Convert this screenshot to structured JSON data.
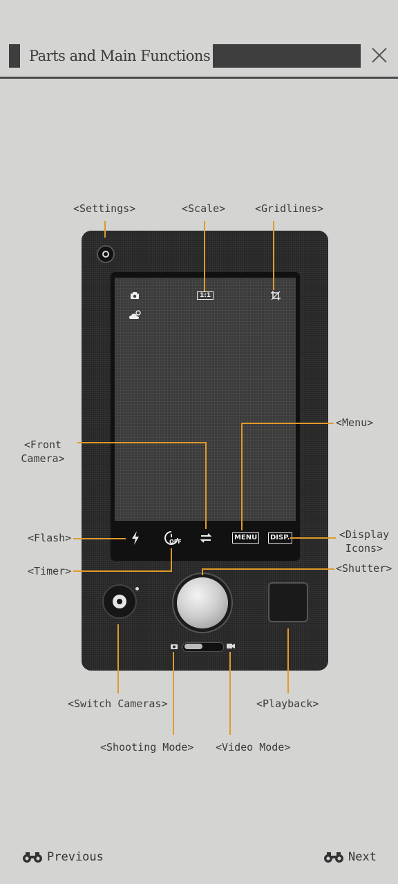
{
  "header": {
    "title": "Parts and Main Functions"
  },
  "labels": {
    "settings": "<Settings>",
    "scale": "<Scale>",
    "gridlines": "<Gridlines>",
    "menu": "<Menu>",
    "front_camera_1": "<Front",
    "front_camera_2": "Camera>",
    "flash": "<Flash>",
    "display_icons_1": "<Display",
    "display_icons_2": "Icons>",
    "timer": "<Timer>",
    "shutter": "<Shutter>",
    "switch_cameras": "<Switch Cameras>",
    "playback": "<Playback>",
    "shooting_mode": "<Shooting Mode>",
    "video_mode": "<Video Mode>"
  },
  "screen": {
    "scale_badge": "1:1",
    "menu_badge": "MENU",
    "disp_badge": "DISP.",
    "timer_off": "OFF"
  },
  "footer": {
    "previous": "Previous",
    "next": "Next"
  },
  "colors": {
    "accent": "#e09a2a",
    "background": "#d4d4d2",
    "device": "#262626"
  }
}
